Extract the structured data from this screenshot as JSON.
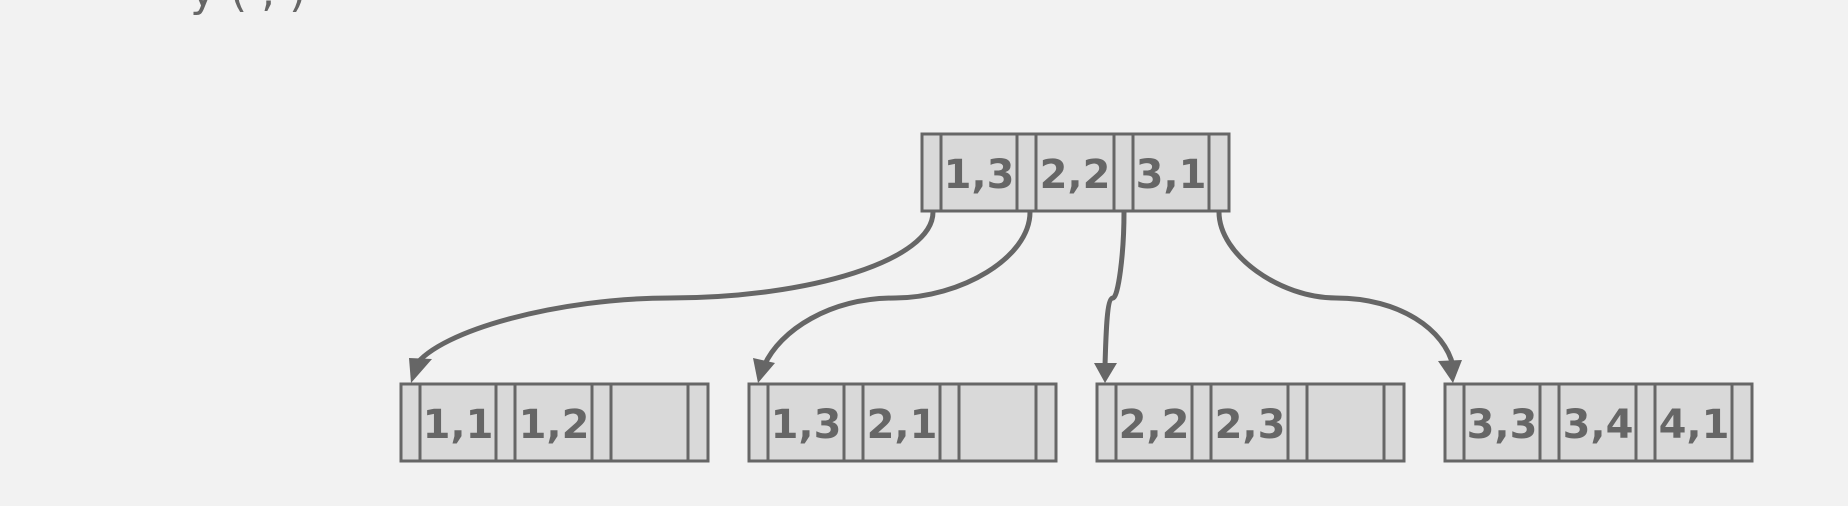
{
  "title_fragment": "y ( , )",
  "colors": {
    "background": "#f2f2f2",
    "node_fill": "#d9d9d9",
    "stroke": "#666666",
    "text": "#666666"
  },
  "root": {
    "keys": [
      "1,3",
      "2,2",
      "3,1"
    ]
  },
  "leaves": [
    {
      "keys": [
        "1,1",
        "1,2",
        ""
      ]
    },
    {
      "keys": [
        "1,3",
        "2,1",
        ""
      ]
    },
    {
      "keys": [
        "2,2",
        "2,3",
        ""
      ]
    },
    {
      "keys": [
        "3,3",
        "3,4",
        "4,1"
      ]
    }
  ]
}
